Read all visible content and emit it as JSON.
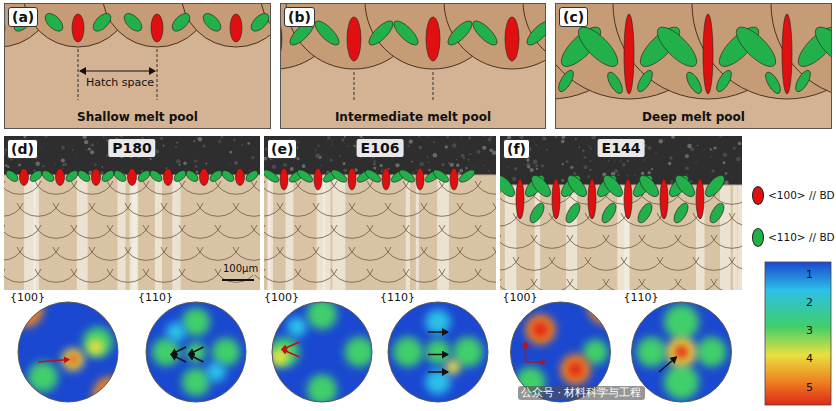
{
  "diagram": {
    "nodes": [
      {
        "text": [
          "(a)",
          "Shallow melt pool"
        ]
      },
      {
        "text": [
          "(b)",
          "Intermediate melt pool"
        ]
      },
      {
        "text": [
          "(c)",
          "Deep melt pool"
        ]
      },
      {
        "text": [
          "(d)",
          "P180"
        ]
      },
      {
        "text": [
          "(e)",
          "E106"
        ]
      },
      {
        "text": [
          "(f)",
          "E144"
        ]
      }
    ],
    "labels": [
      "Hatch space",
      "100μm",
      "{100}",
      "{110}",
      "{100}",
      "{110}",
      "{100}",
      "{110}",
      "1",
      "2",
      "3",
      "4",
      "5",
      "公众号 · 材料科学与工程"
    ],
    "legend": [
      {
        "text": "<100> // BD",
        "color": "#e01010"
      },
      {
        "text": "<110> // BD",
        "color": "#22b04a"
      }
    ]
  }
}
